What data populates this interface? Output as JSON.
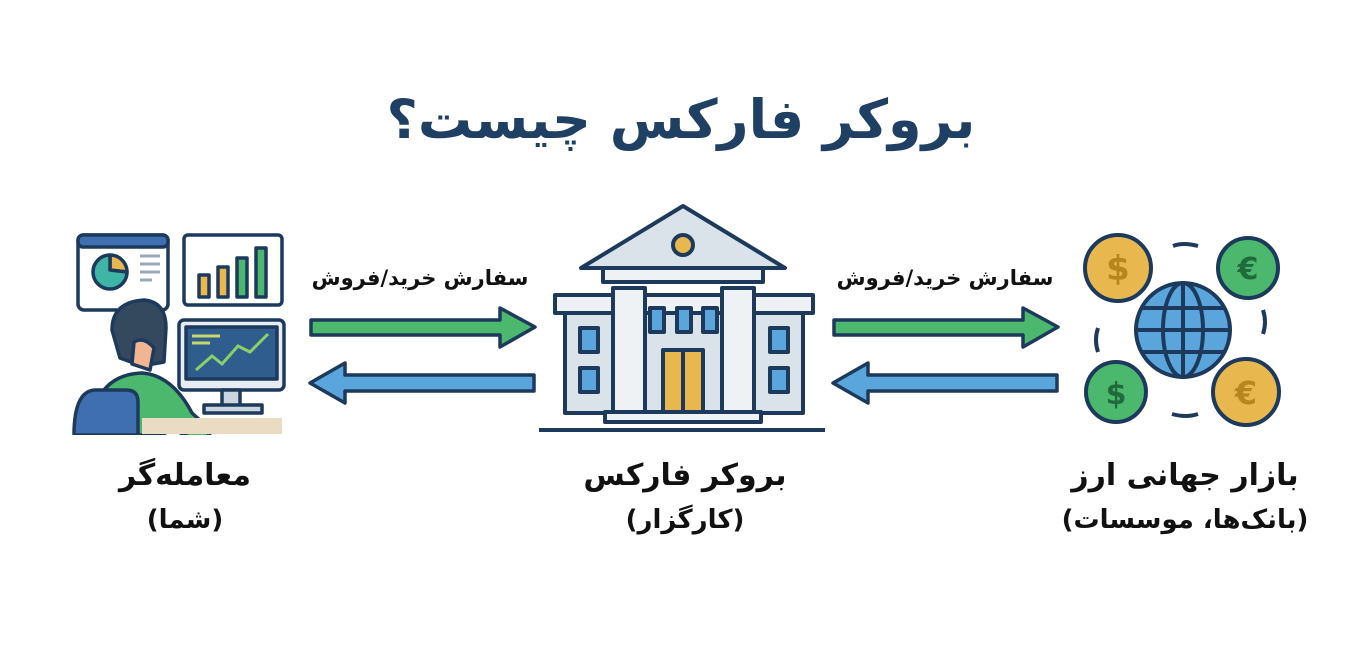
{
  "title": "بروکر فارکس چیست؟",
  "nodes": [
    {
      "id": "trader",
      "label": "معامله‌گر",
      "sublabel": "(شما)",
      "icon": "trader-at-computer-icon"
    },
    {
      "id": "broker",
      "label": "بروکر فارکس",
      "sublabel": "(کارگزار)",
      "icon": "bank-building-icon"
    },
    {
      "id": "market",
      "label": "بازار جهانی ارز",
      "sublabel": "(بانک‌ها، موسسات)",
      "icon": "globe-currency-exchange-icon"
    }
  ],
  "edges": [
    {
      "from": "trader",
      "to": "broker",
      "label": "سفارش خرید/فروش",
      "color": "#4cb86e"
    },
    {
      "from": "broker",
      "to": "trader",
      "label": "",
      "color": "#5aa6dc"
    },
    {
      "from": "broker",
      "to": "market",
      "label": "سفارش خرید/فروش",
      "color": "#4cb86e"
    },
    {
      "from": "market",
      "to": "broker",
      "label": "",
      "color": "#5aa6dc"
    }
  ],
  "colors": {
    "title": "#1f3f63",
    "outline": "#1d3a5c",
    "green": "#4cb86e",
    "blue": "#5aa6dc",
    "gold": "#e8b84f"
  }
}
